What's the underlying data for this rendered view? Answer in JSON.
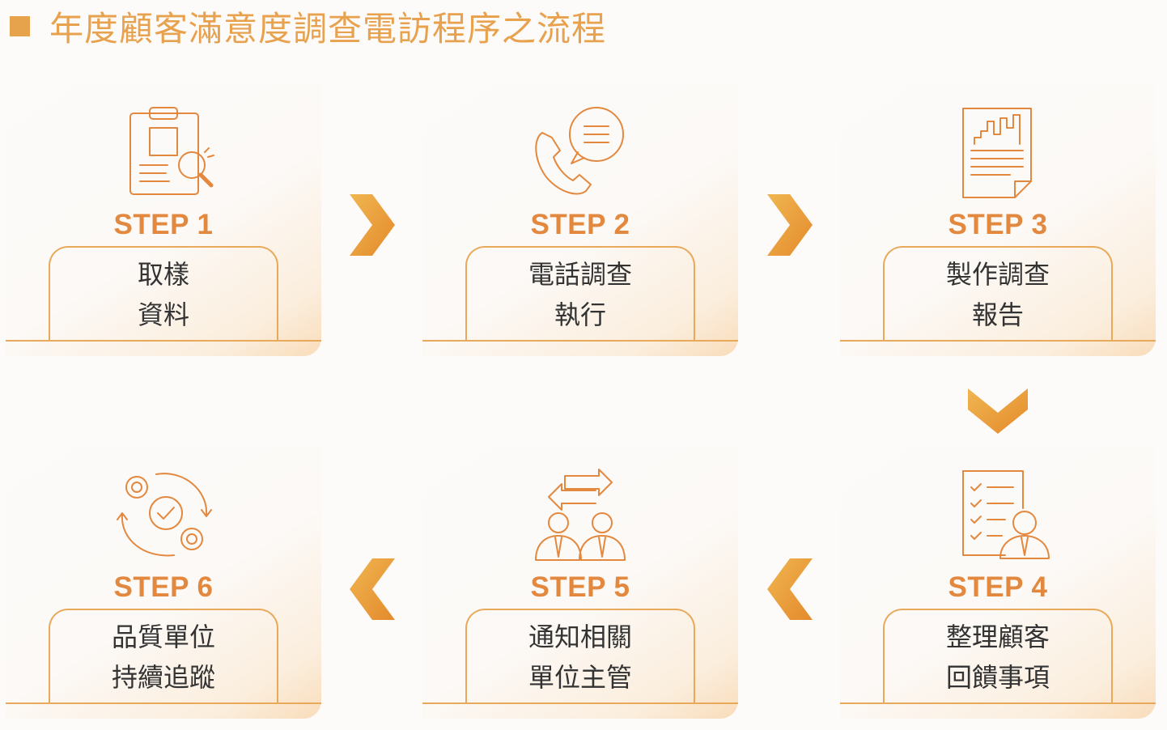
{
  "header": {
    "title": "年度顧客滿意度調查電訪程序之流程"
  },
  "colors": {
    "accent": "#e8a14d",
    "label": "#e3883f",
    "line": "#e9a95b",
    "text": "#333333"
  },
  "steps": [
    {
      "label": "STEP 1",
      "line1": "取樣",
      "line2": "資料",
      "icon": "clipboard-search-icon"
    },
    {
      "label": "STEP 2",
      "line1": "電話調查",
      "line2": "執行",
      "icon": "phone-chat-icon"
    },
    {
      "label": "STEP 3",
      "line1": "製作調查",
      "line2": "報告",
      "icon": "report-chart-icon"
    },
    {
      "label": "STEP 4",
      "line1": "整理顧客",
      "line2": "回饋事項",
      "icon": "checklist-person-icon"
    },
    {
      "label": "STEP 5",
      "line1": "通知相關",
      "line2": "單位主管",
      "icon": "people-exchange-icon"
    },
    {
      "label": "STEP 6",
      "line1": "品質單位",
      "line2": "持續追蹤",
      "icon": "gears-cycle-icon"
    }
  ]
}
